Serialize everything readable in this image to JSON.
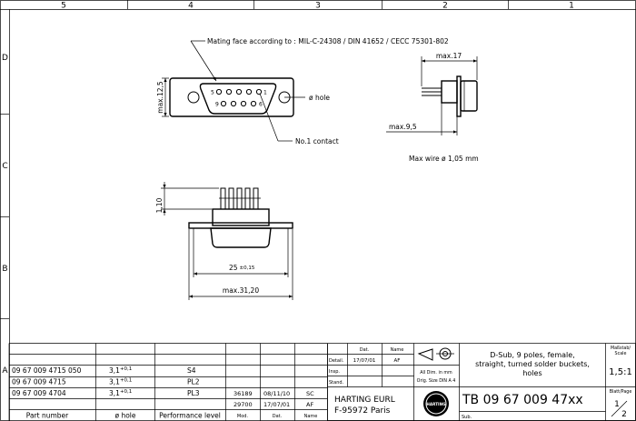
{
  "frame": {
    "cols": [
      "5",
      "4",
      "3",
      "2",
      "1"
    ],
    "rows": [
      "D",
      "C",
      "B",
      "A"
    ]
  },
  "front_view": {
    "mating_face_note": "Mating face according to : MIL-C-24308 / DIN 41652 / CECC 75301-802",
    "max_height": "max.12,5",
    "hole_label": "ø hole",
    "no1_label": "No.1 contact",
    "pin_5": "5",
    "pin_1": "1",
    "pin_9": "9",
    "pin_6": "6"
  },
  "side_view": {
    "max_length": "max.17",
    "max_depth": "max.9,5",
    "wire_note": "Max wire ø 1,05 mm"
  },
  "bottom_view": {
    "pin_len": "1,10",
    "dim_25": "25",
    "dim_25_tol": "±0,15",
    "dim_31": "max.31,20"
  },
  "parts_table": {
    "rows": [
      {
        "part": "09 67 009 4715 050",
        "hole": "3,1",
        "hole_tol": "+0,1",
        "perf": "S4",
        "index": "",
        "date": "",
        "name": ""
      },
      {
        "part": "09 67 009 4715",
        "hole": "3,1",
        "hole_tol": "+0,1",
        "perf": "PL2",
        "index": "",
        "date": "",
        "name": ""
      },
      {
        "part": "09 67 009 4704",
        "hole": "3,1",
        "hole_tol": "+0,1",
        "perf": "PL3",
        "index": "36189",
        "date": "08/11/10",
        "name": "SC"
      }
    ],
    "extra_row": {
      "index": "29700",
      "date": "17/07/01",
      "name": "AF"
    },
    "headers": {
      "part": "Part number",
      "hole": "ø hole",
      "perf": "Performance level",
      "mod": "Mod.",
      "date": "Dat.",
      "name": "Name"
    }
  },
  "title_block": {
    "hdr_date": "Dat.",
    "hdr_name": "Name",
    "detail": "Detail.",
    "detail_date": "17/07/01",
    "detail_name": "AF",
    "insp": "Insp.",
    "stand": "Stand.",
    "dims_1": "All Dim. in mm",
    "dims_2": "Orig. Size DIN A 4",
    "description": [
      "D-Sub, 9 poles, female,",
      "straight, turned solder buckets,",
      "holes"
    ],
    "scale_label_1": "Maßstab/",
    "scale_label_2": "Scale",
    "scale": "1,5:1",
    "company_1": "HARTING EURL",
    "company_2": "F-95972 Paris",
    "logo_text": "HARTING",
    "drawing_no": "TB 09 67 009 47xx",
    "sub_label": "Sub.",
    "sheet_label": "Blatt/Page",
    "sheet_num": "1",
    "sheet_total": "2"
  }
}
